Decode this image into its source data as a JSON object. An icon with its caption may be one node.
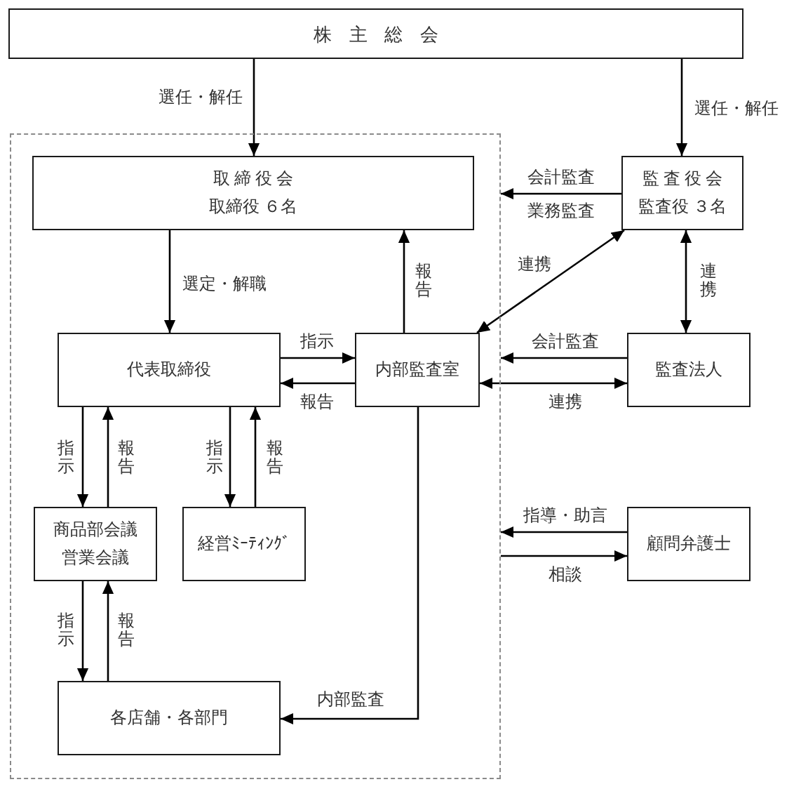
{
  "diagram": {
    "nodes": [
      {
        "text": [
          "株 主 総 会"
        ]
      },
      {
        "text": [],
        "shape": "box"
      },
      {
        "text": [
          "取 締 役 会",
          "取締役 ６名"
        ],
        "in": 1
      },
      {
        "text": [
          "監 査 役 会",
          "監査役 ３名"
        ]
      },
      {
        "text": [
          "代表取締役"
        ],
        "in": 1
      },
      {
        "text": [
          "内部監査室"
        ],
        "in": 1
      },
      {
        "text": [
          "監査法人"
        ]
      },
      {
        "text": [
          "商品部会議",
          "営業会議"
        ],
        "in": 1
      },
      {
        "text": [
          "経営ﾐｰﾃｨﾝｸﾞ"
        ],
        "in": 1
      },
      {
        "text": [
          "顧問弁護士"
        ]
      },
      {
        "text": [
          "各店舗・各部門"
        ],
        "in": 1
      }
    ],
    "edges": [
      {
        "from": 0,
        "to": 2,
        "arrow": "to",
        "label": "選任・解任"
      },
      {
        "from": 0,
        "to": 3,
        "arrow": "to",
        "label": "選任・解任"
      },
      {
        "from": 3,
        "to": 1,
        "arrow": "to",
        "label": "会計監査"
      },
      {
        "from": 2,
        "to": 4,
        "arrow": "to",
        "label": "選定・解職"
      },
      {
        "from": 5,
        "to": 2,
        "arrow": "to",
        "label": "報告"
      },
      {
        "from": 3,
        "to": 5,
        "arrow": "both",
        "label": "連携"
      },
      {
        "from": 3,
        "to": 6,
        "arrow": "both",
        "label": "連携"
      },
      {
        "from": 4,
        "to": 5,
        "arrow": "to",
        "label": "指示"
      },
      {
        "from": 5,
        "to": 4,
        "arrow": "to",
        "label": "報告"
      },
      {
        "from": 6,
        "to": 1,
        "arrow": "to",
        "label": "会計監査"
      },
      {
        "from": 5,
        "to": 6,
        "arrow": "both",
        "label": "連携"
      },
      {
        "from": 4,
        "to": 7,
        "arrow": "to",
        "label": "指示"
      },
      {
        "from": 7,
        "to": 4,
        "arrow": "to",
        "label": "報告"
      },
      {
        "from": 4,
        "to": 8,
        "arrow": "to",
        "label": "指示"
      },
      {
        "from": 8,
        "to": 4,
        "arrow": "to",
        "label": "報告"
      },
      {
        "from": 9,
        "to": 1,
        "arrow": "to",
        "label": "指導・助言"
      },
      {
        "from": 1,
        "to": 9,
        "arrow": "to",
        "label": "相談"
      },
      {
        "from": 7,
        "to": 10,
        "arrow": "to",
        "label": "指示"
      },
      {
        "from": 10,
        "to": 7,
        "arrow": "to",
        "label": "報告"
      },
      {
        "from": 5,
        "to": 10,
        "arrow": "to",
        "label": "内部監査"
      }
    ],
    "labels": [
      "業務監査"
    ]
  }
}
